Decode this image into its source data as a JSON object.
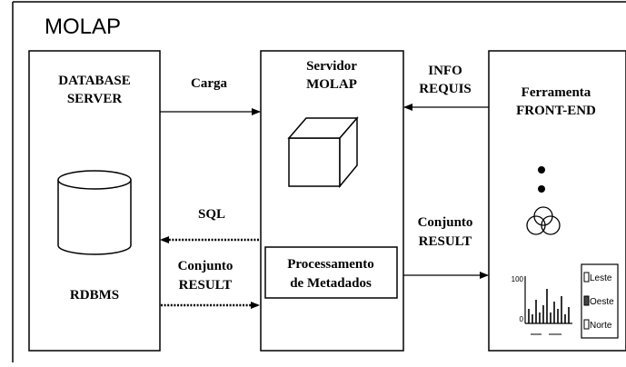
{
  "title": "MOLAP",
  "database_server": {
    "label_line1": "DATABASE",
    "label_line2": "SERVER",
    "rdbms_label": "RDBMS"
  },
  "molap_server": {
    "label_line1": "Servidor",
    "label_line2": "MOLAP"
  },
  "metadata_box": {
    "line1": "Processamento",
    "line2": "de Metadados"
  },
  "front_end": {
    "label_line1": "Ferramenta",
    "label_line2": "FRONT-END"
  },
  "arrows": {
    "carga": "Carga",
    "info_line1": "INFO",
    "info_line2": "REQUIS",
    "sql": "SQL",
    "conjunto_left_line1": "Conjunto",
    "conjunto_left_line2": "RESULT",
    "conjunto_right_line1": "Conjunto",
    "conjunto_right_line2": "RESULT"
  },
  "mini_chart": {
    "y_tick_top": "100",
    "y_tick_bottom": "0",
    "legend": [
      "Leste",
      "Oeste",
      "Norte"
    ],
    "legend_colors": [
      "#ffffff",
      "#444444",
      "#ffffff"
    ]
  },
  "colors": {
    "line": "#000000",
    "background": "#ffffff"
  }
}
